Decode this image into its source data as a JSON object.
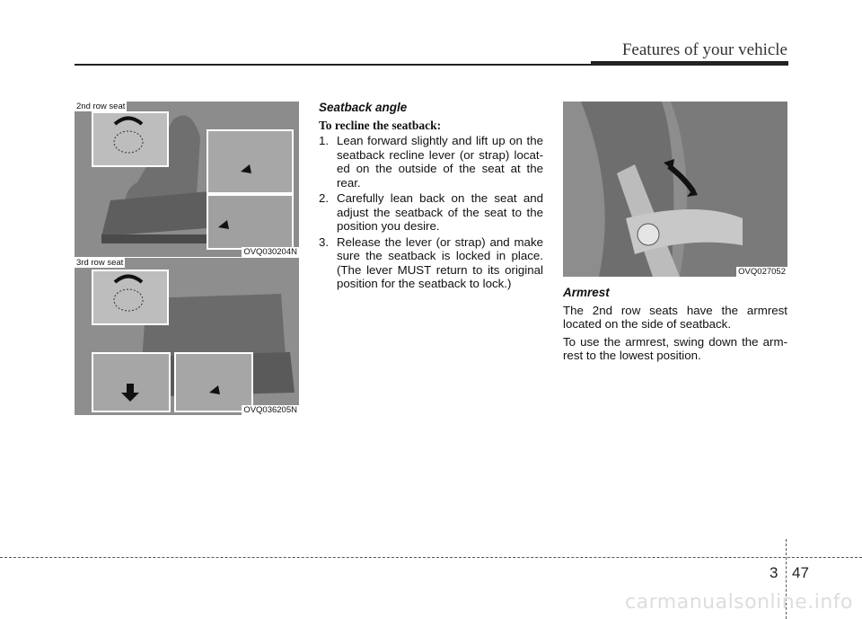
{
  "header": {
    "title": "Features of your vehicle"
  },
  "figures": {
    "top_left": {
      "label": "2nd row seat",
      "code": "OVQ030204N"
    },
    "bottom_left": {
      "label": "3rd row seat",
      "code": "OVQ036205N"
    },
    "right": {
      "code": "OVQ027052"
    }
  },
  "seatback": {
    "title": "Seatback angle",
    "subtitle": "To recline the  seatback:",
    "steps": [
      {
        "num": "1.",
        "text": "Lean forward slightly and lift up on the seatback recline lever (or strap) locat-ed on the outside of the seat at the rear."
      },
      {
        "num": "2.",
        "text": "Carefully lean back on the seat and adjust the seatback of the seat to the position you desire."
      },
      {
        "num": "3.",
        "text": "Release the lever (or strap) and make sure the seatback is locked in place. (The lever MUST return to its original position for the seatback to lock.)"
      }
    ]
  },
  "armrest": {
    "title": "Armrest",
    "p1": "The 2nd row seats have the armrest located on the side of seatback.",
    "p2": "To use the armrest, swing down the arm-rest to the lowest position."
  },
  "footer": {
    "chapter": "3",
    "page": "47"
  },
  "watermark": "carmanualsonline.info"
}
